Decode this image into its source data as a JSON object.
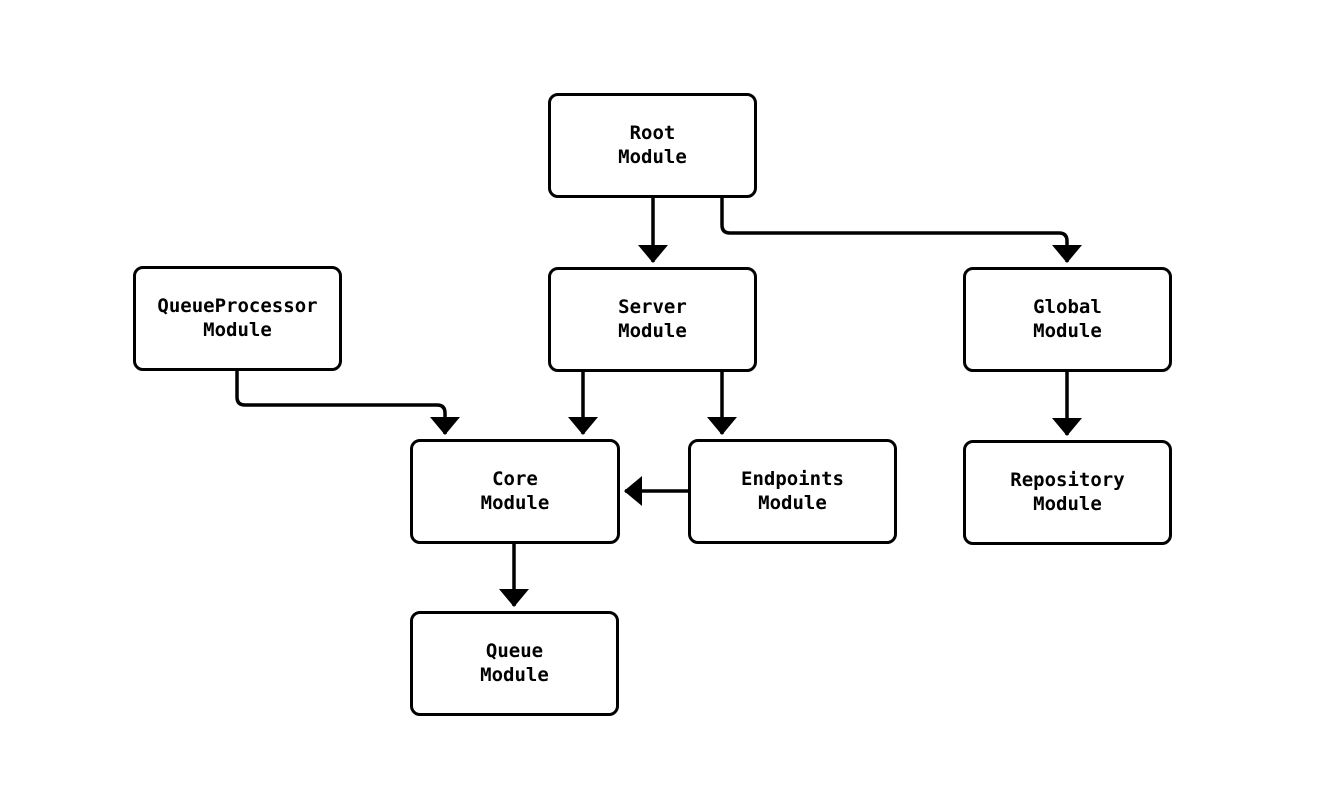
{
  "diagram": {
    "type": "module-dependency-flowchart",
    "background_color": "#ffffff",
    "node_fill_color": "#ffffff",
    "node_border_color": "#000000",
    "edge_color": "#000000",
    "text_color": "#000000",
    "nodes": [
      {
        "id": "root",
        "label": "Root\nModule"
      },
      {
        "id": "server",
        "label": "Server\nModule"
      },
      {
        "id": "queueprocessor",
        "label": "QueueProcessor\nModule"
      },
      {
        "id": "global",
        "label": "Global\nModule"
      },
      {
        "id": "core",
        "label": "Core\nModule"
      },
      {
        "id": "endpoints",
        "label": "Endpoints\nModule"
      },
      {
        "id": "repository",
        "label": "Repository\nModule"
      },
      {
        "id": "queue",
        "label": "Queue\nModule"
      }
    ],
    "edges": [
      {
        "from": "root",
        "to": "server"
      },
      {
        "from": "root",
        "to": "global"
      },
      {
        "from": "queueprocessor",
        "to": "core"
      },
      {
        "from": "server",
        "to": "core"
      },
      {
        "from": "server",
        "to": "endpoints"
      },
      {
        "from": "endpoints",
        "to": "core"
      },
      {
        "from": "global",
        "to": "repository"
      },
      {
        "from": "core",
        "to": "queue"
      }
    ]
  }
}
